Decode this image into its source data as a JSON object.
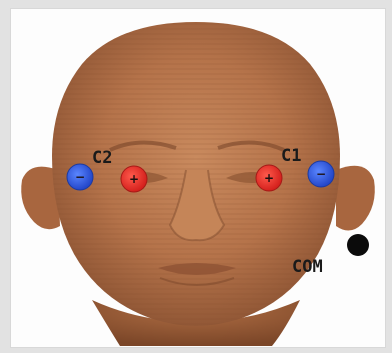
{
  "labels": {
    "c1": "C1",
    "c2": "C2",
    "com": "COM"
  },
  "electrodes": {
    "positive_sign": "+",
    "negative_sign": "−"
  },
  "colors": {
    "skin": "#b8764c",
    "skin_shadow": "#7a4a2c",
    "positive_electrode": "#e32a25",
    "negative_electrode": "#2f5be0",
    "com_electrode": "#0b0b0b"
  }
}
